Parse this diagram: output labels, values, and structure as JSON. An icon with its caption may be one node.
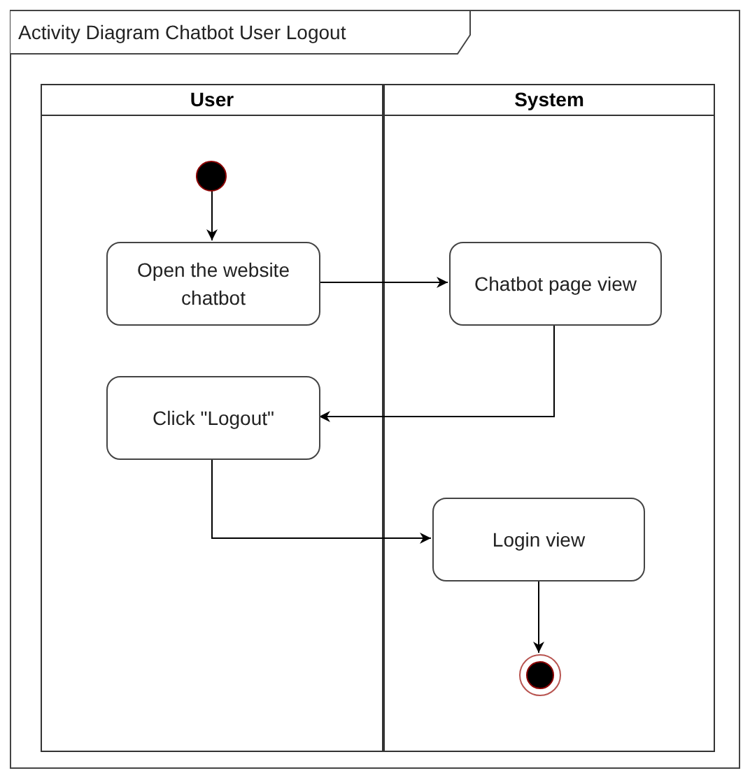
{
  "diagram": {
    "title": "Activity Diagram Chatbot User Logout",
    "nodes": [
      {
        "text": [
          "User"
        ]
      },
      {
        "text": [
          "System"
        ]
      },
      {
        "text": [],
        "shape": "circle",
        "in": 0
      },
      {
        "text": [
          "Open the website chatbot"
        ],
        "in": 0
      },
      {
        "text": [
          "Chatbot page view"
        ],
        "in": 1
      },
      {
        "text": [
          "Click \"Logout\""
        ],
        "in": 0
      },
      {
        "text": [
          "Login view"
        ],
        "in": 1
      },
      {
        "text": [],
        "shape": "circle",
        "in": 1
      }
    ],
    "edges": [
      {
        "from": 2,
        "to": 3,
        "arrow": "to"
      },
      {
        "from": 3,
        "to": 4,
        "arrow": "to"
      },
      {
        "from": 4,
        "to": 5,
        "arrow": "to"
      },
      {
        "from": 5,
        "to": 6,
        "arrow": "to"
      },
      {
        "from": 6,
        "to": 7,
        "arrow": "to"
      }
    ]
  }
}
